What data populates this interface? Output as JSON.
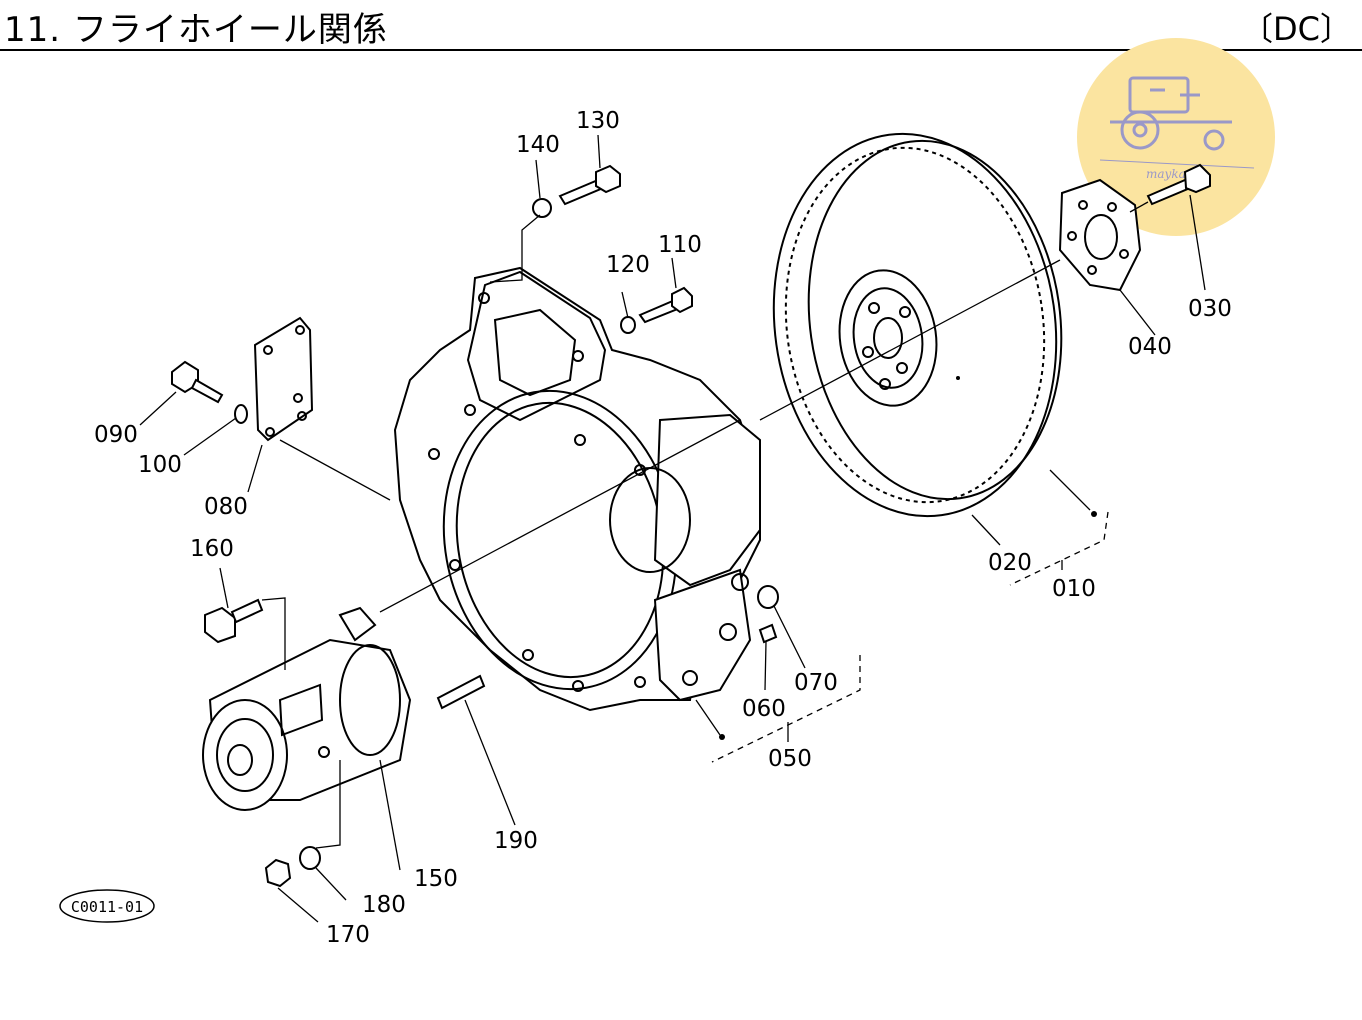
{
  "header": {
    "title": "11. フライホイール関係",
    "model": "〔DC〕"
  },
  "diagram_code": "C0011-01",
  "watermark": {
    "text": "mayka",
    "circle_color": "#fbe4a0",
    "icon_color": "#9a98c8"
  },
  "parts": [
    {
      "id": "010",
      "label": "010"
    },
    {
      "id": "020",
      "label": "020"
    },
    {
      "id": "030",
      "label": "030"
    },
    {
      "id": "040",
      "label": "040"
    },
    {
      "id": "050",
      "label": "050"
    },
    {
      "id": "060",
      "label": "060"
    },
    {
      "id": "070",
      "label": "070"
    },
    {
      "id": "080",
      "label": "080"
    },
    {
      "id": "090",
      "label": "090"
    },
    {
      "id": "100",
      "label": "100"
    },
    {
      "id": "110",
      "label": "110"
    },
    {
      "id": "120",
      "label": "120"
    },
    {
      "id": "130",
      "label": "130"
    },
    {
      "id": "140",
      "label": "140"
    },
    {
      "id": "150",
      "label": "150"
    },
    {
      "id": "160",
      "label": "160"
    },
    {
      "id": "170",
      "label": "170"
    },
    {
      "id": "180",
      "label": "180"
    },
    {
      "id": "190",
      "label": "190"
    }
  ]
}
